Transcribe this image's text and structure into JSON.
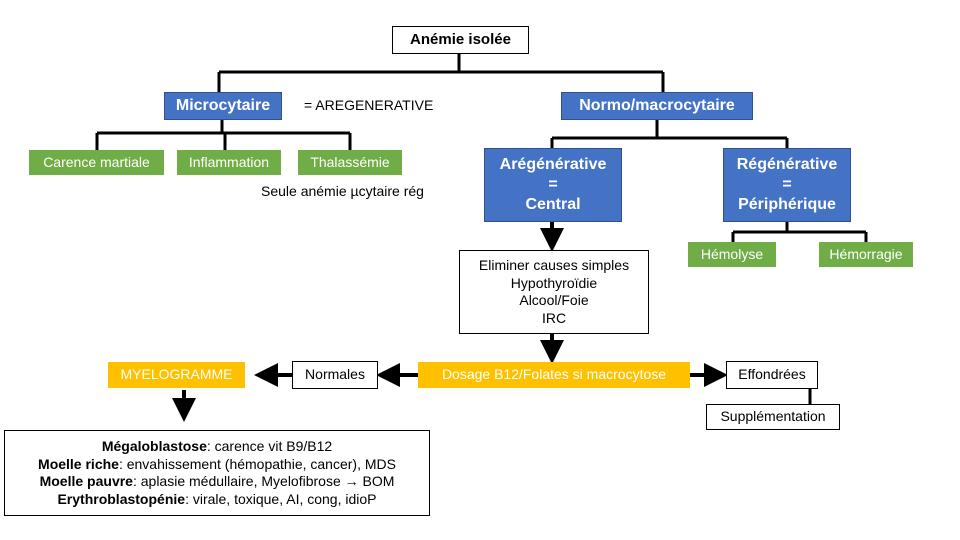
{
  "root": "Anémie isolée",
  "microcytaire": "Microcytaire",
  "aregenerative_note": "= AREGENERATIVE",
  "normo_macro": "Normo/macrocytaire",
  "carence": "Carence martiale",
  "inflammation": "Inflammation",
  "thalassemie": "Thalassémie",
  "seule_anemie": "Seule anémie µcytaire rég",
  "aregenerative": [
    "Arégénérative",
    "=",
    "Central"
  ],
  "regenerative": [
    "Régénérative",
    "=",
    "Périphérique"
  ],
  "hemolyse": "Hémolyse",
  "hemorragie": "Hémorragie",
  "eliminer": [
    "Eliminer causes simples",
    "Hypothyroïdie",
    "Alcool/Foie",
    "IRC"
  ],
  "myelogramme": "MYELOGRAMME",
  "normales": "Normales",
  "dosage": "Dosage B12/Folates si macrocytose",
  "effondrees": "Effondrées",
  "supplementation": "Supplémentation",
  "causes": [
    {
      "term": "Mégaloblastose",
      "text": ": carence vit B9/B12"
    },
    {
      "term": "Moelle riche",
      "text": ": envahissement (hémopathie, cancer), MDS"
    },
    {
      "term": "Moelle pauvre",
      "text": ": aplasie médullaire, Myelofibrose → BOM"
    },
    {
      "term": "Erythroblastopénie",
      "text": ": virale, toxique, AI, cong, idioP"
    }
  ],
  "colors": {
    "blue": "#4472c4",
    "green": "#70ad47",
    "orange": "#ffc000"
  }
}
